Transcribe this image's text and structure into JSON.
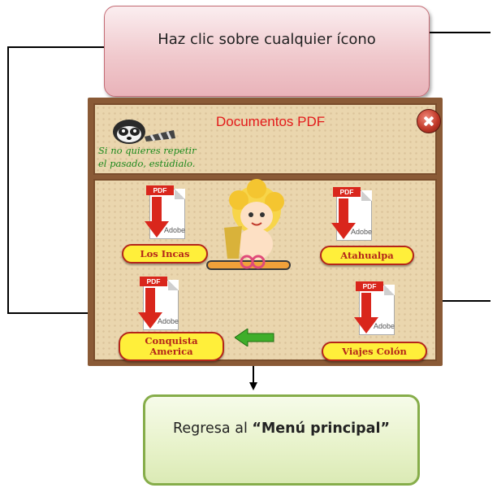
{
  "callouts": {
    "top_text": "Haz clic  sobre cualquier ícono",
    "bottom_prefix": "Regresa  al ",
    "bottom_bold": "“Menú principal”"
  },
  "app": {
    "title": "Documentos PDF",
    "motto_line1": "Si no quieres repetir",
    "motto_line2": "el pasado, estúdialo.",
    "close_icon": "close-x-icon"
  },
  "documents": [
    {
      "label": "Los Incas",
      "icon_label": "PDF",
      "icon_sub": "Adobe"
    },
    {
      "label": "Atahualpa",
      "icon_label": "PDF",
      "icon_sub": "Adobe"
    },
    {
      "label": "Conquista America",
      "label_line1": "Conquista",
      "label_line2": "America",
      "icon_label": "PDF",
      "icon_sub": "Adobe"
    },
    {
      "label": "Viajes Colón",
      "icon_label": "PDF",
      "icon_sub": "Adobe"
    }
  ],
  "colors": {
    "title_red": "#e31b1b",
    "motto_green": "#1d8a1d",
    "button_yellow": "#ffef3a",
    "button_border": "#b4261a",
    "back_arrow_green": "#3fae2a",
    "frame_brown": "#8a5a36"
  }
}
